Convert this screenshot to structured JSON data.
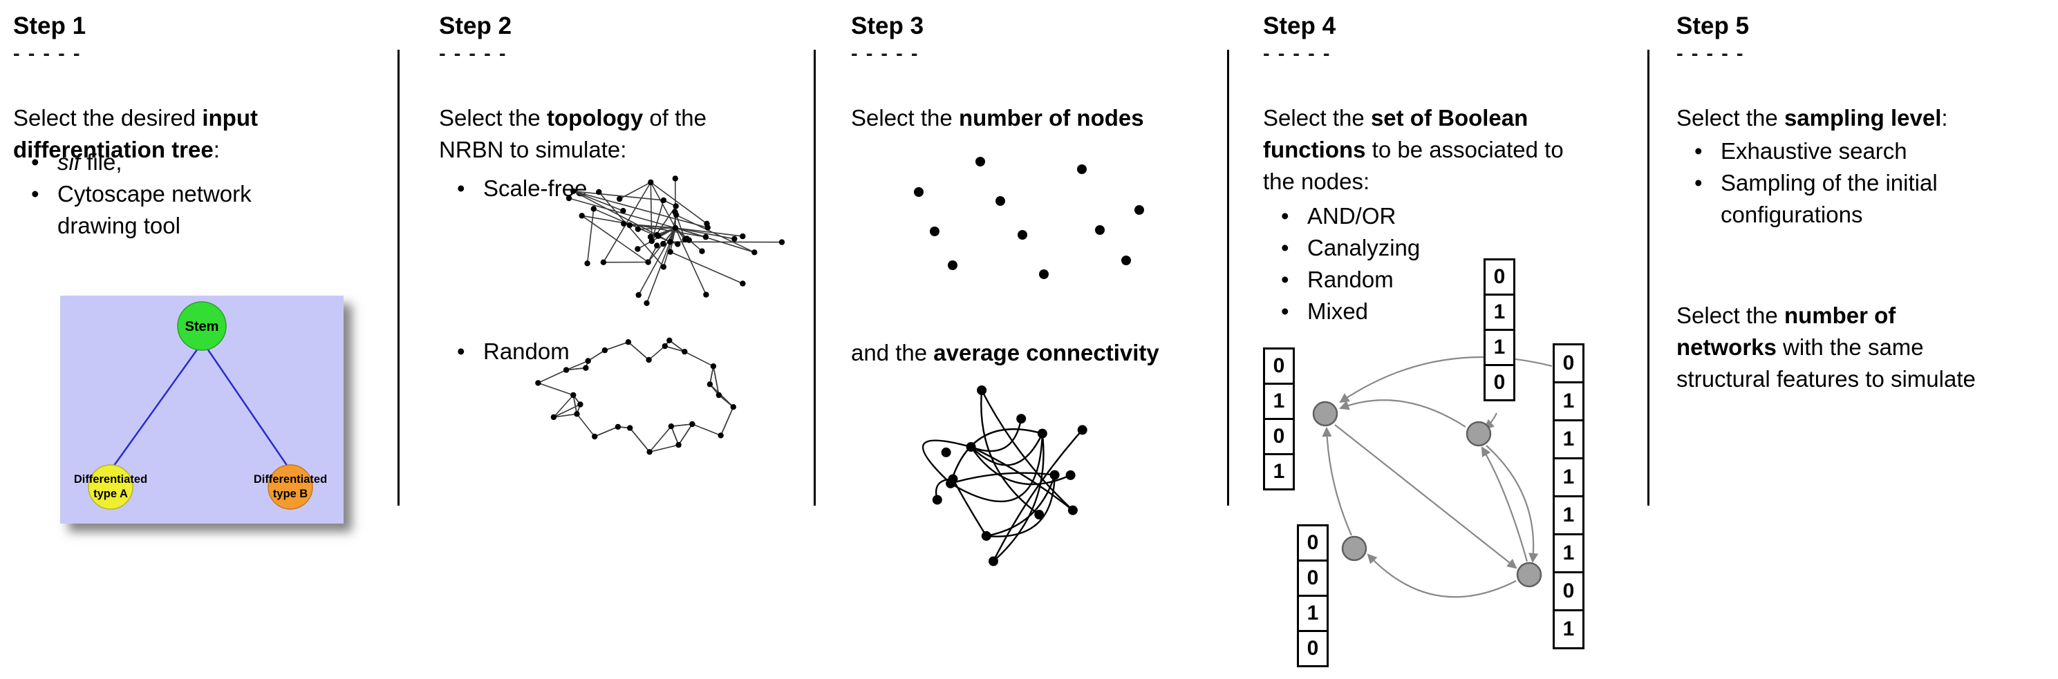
{
  "figure": {
    "background": "#ffffff",
    "text_color": "#000000",
    "divider_color": "#000000"
  },
  "steps": {
    "step1": {
      "title": "Step 1",
      "dashes": "- - - - -",
      "intro": [
        [
          {
            "t": "Select the desired "
          },
          {
            "t": "input",
            "b": true
          }
        ],
        [
          {
            "t": "differentiation tree",
            "b": true
          },
          {
            "t": ":"
          }
        ]
      ],
      "bullets": [
        [
          [
            {
              "t": "sif",
              "i": true
            },
            {
              "t": " file,"
            }
          ]
        ],
        [
          [
            {
              "t": "Cytoscape network"
            }
          ],
          [
            {
              "t": "drawing tool"
            }
          ]
        ]
      ],
      "tree": {
        "background": "#c8c8f8",
        "edge_color": "#2a2ad0",
        "nodes": [
          {
            "label": "Stem",
            "color": "#33dd33"
          },
          {
            "label_line1": "Differentiated",
            "label_line2": "type A",
            "color": "#f0ee30"
          },
          {
            "label_line1": "Differentiated",
            "label_line2": "type B",
            "color": "#f59b2e"
          }
        ]
      }
    },
    "step2": {
      "title": "Step 2",
      "dashes": "- - - - -",
      "intro": [
        [
          {
            "t": "Select the "
          },
          {
            "t": "topology",
            "b": true
          },
          {
            "t": " of the"
          }
        ],
        [
          {
            "t": "NRBN to simulate:"
          }
        ]
      ],
      "bullets_a": [
        [
          [
            {
              "t": "Scale-free"
            }
          ]
        ]
      ],
      "bullets_b": [
        [
          [
            {
              "t": "Random"
            }
          ]
        ]
      ]
    },
    "step3": {
      "title": "Step 3",
      "dashes": "- - - - -",
      "intro": [
        [
          {
            "t": "Select the "
          },
          {
            "t": "number of nodes",
            "b": true
          }
        ]
      ],
      "connectivity_line": [
        [
          {
            "t": "and the "
          },
          {
            "t": "average connectivity",
            "b": true
          }
        ]
      ]
    },
    "step4": {
      "title": "Step 4",
      "dashes": "- - - - -",
      "intro": [
        [
          {
            "t": "Select the "
          },
          {
            "t": "set of Boolean",
            "b": true
          }
        ],
        [
          {
            "t": "functions",
            "b": true
          },
          {
            "t": " to be associated to"
          }
        ],
        [
          {
            "t": "the nodes:"
          }
        ]
      ],
      "bullets": [
        [
          [
            {
              "t": "AND/OR"
            }
          ]
        ],
        [
          [
            {
              "t": "Canalyzing"
            }
          ]
        ],
        [
          [
            {
              "t": "Random"
            }
          ]
        ],
        [
          [
            {
              "t": "Mixed"
            }
          ]
        ]
      ],
      "truth_tables": {
        "top": [
          "0",
          "1",
          "1",
          "0"
        ],
        "left": [
          "0",
          "1",
          "0",
          "1"
        ],
        "bottom_left": [
          "0",
          "0",
          "1",
          "0"
        ],
        "right": [
          "0",
          "1",
          "1",
          "1",
          "1",
          "1",
          "0",
          "1"
        ]
      },
      "node_color": "#a0a0a0",
      "node_border": "#5f5f5f",
      "arrow_color": "#888888"
    },
    "step5": {
      "title": "Step 5",
      "dashes": "- - - - -",
      "intro": [
        [
          {
            "t": "Select the "
          },
          {
            "t": "sampling level",
            "b": true
          },
          {
            "t": ":"
          }
        ]
      ],
      "bullets": [
        [
          [
            {
              "t": "Exhaustive search"
            }
          ]
        ],
        [
          [
            {
              "t": "Sampling of the initial"
            }
          ],
          [
            {
              "t": "configurations"
            }
          ]
        ]
      ],
      "networks_para": [
        [
          {
            "t": "Select the "
          },
          {
            "t": "number of",
            "b": true
          }
        ],
        [
          {
            "t": "networks",
            "b": true
          },
          {
            "t": " with the same"
          }
        ],
        [
          {
            "t": "structural features to simulate"
          }
        ]
      ]
    }
  }
}
